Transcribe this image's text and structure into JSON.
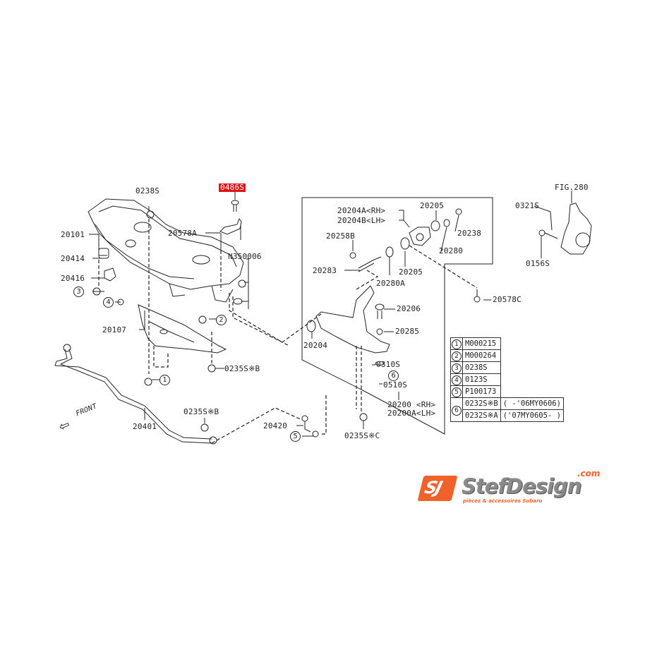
{
  "diagram": {
    "highlighted_part": "0486S",
    "labels": {
      "p0238S_top": "0238S",
      "p0486S": "0486S",
      "p20101": "20101",
      "p20578A": "20578A",
      "pN350006": "N350006",
      "p20414": "20414",
      "p20416": "20416",
      "p20107": "20107",
      "p0235SB_1": "0235S※B",
      "p20401": "20401",
      "p0235SB_2": "0235S※B",
      "p20420": "20420",
      "front": "FRONT",
      "p20204A": "20204A<RH>",
      "p20204B": "20204B<LH>",
      "p20205_top": "20205",
      "p20238": "20238",
      "p20258B": "20258B",
      "p20280": "20280",
      "p20283": "20283",
      "p20205_mid": "20205",
      "p20280A": "20280A",
      "p20578C": "20578C",
      "p20206": "20206",
      "p20204": "20204",
      "p20285": "20285",
      "p0310S": "0310S",
      "p0510S": "0510S",
      "p20200": "20200 <RH>",
      "p20200A": "20200A<LH>",
      "p0235SC": "0235S※C",
      "fig280": "FIG.280",
      "p0321S": "0321S",
      "p0156S": "0156S"
    },
    "callouts": {
      "c1": "1",
      "c2": "2",
      "c3": "3",
      "c4": "4",
      "c5": "5",
      "c6": "6"
    },
    "legend": [
      {
        "num": "1",
        "part": "M000215",
        "note": ""
      },
      {
        "num": "2",
        "part": "M000264",
        "note": ""
      },
      {
        "num": "3",
        "part": "0238S",
        "note": ""
      },
      {
        "num": "4",
        "part": "0123S",
        "note": ""
      },
      {
        "num": "5",
        "part": "P100173",
        "note": ""
      },
      {
        "num": "6",
        "part": "0232S※B",
        "note": "( -'06MY0606)"
      },
      {
        "num": "6",
        "part": "0232S※A",
        "note": "('07MY0605- )"
      }
    ]
  },
  "logo": {
    "mark": "SJ",
    "brand": "StefDesign",
    "domain": ".com",
    "tagline": "pièces & accessoires Subaru"
  },
  "colors": {
    "highlight": "#e0141b",
    "logo_orange": "#f0622a",
    "logo_grey": "#8a8a8a",
    "line": "#222222"
  }
}
